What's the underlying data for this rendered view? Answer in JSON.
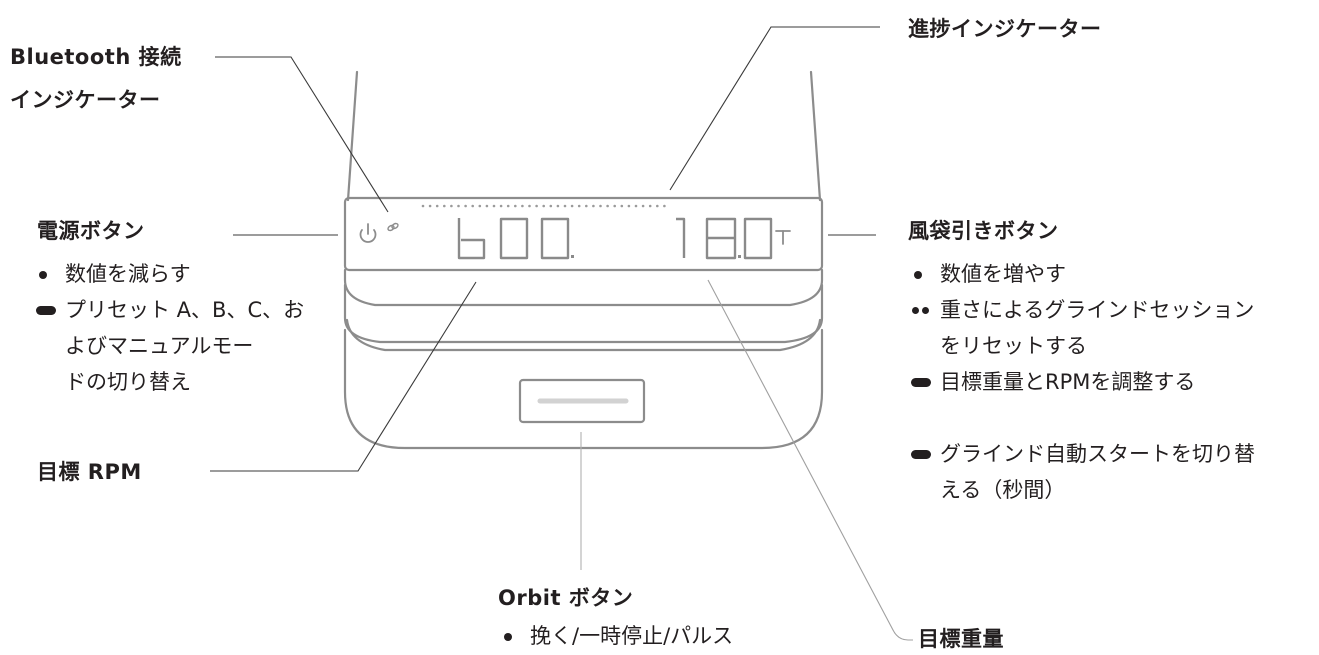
{
  "labels": {
    "bluetooth_line1": "Bluetooth 接続",
    "bluetooth_line2": "インジケーター",
    "progress": "進捗インジケーター",
    "power_button": "電源ボタン",
    "bellows_button": "風袋引きボタン",
    "target_rpm": "目標 RPM",
    "orbit_button": "Orbit ボタン",
    "target_weight": "目標重量"
  },
  "power_list": [
    {
      "bullet": "dot",
      "lines": [
        "数値を減らす"
      ]
    },
    {
      "bullet": "dash",
      "lines": [
        "プリセット A、B、C、お",
        "よびマニュアルモー",
        "ドの切り替え"
      ]
    }
  ],
  "bellows_list": [
    {
      "bullet": "dot",
      "lines": [
        "数値を増やす"
      ]
    },
    {
      "bullet": "ddot",
      "lines": [
        "重さによるグラインドセッション",
        "をリセットする"
      ]
    },
    {
      "bullet": "dash",
      "lines": [
        "目標重量とRPMを調整する"
      ]
    },
    {
      "bullet": "dash",
      "lines": [
        "グラインド自動スタートを切り替",
        "える（秒間）"
      ]
    }
  ],
  "orbit_list": [
    {
      "bullet": "dot",
      "lines": [
        "挽く/一時停止/パルス"
      ]
    }
  ],
  "display": {
    "rpm_value": "600",
    "weight_value": "18.0"
  },
  "icons": {
    "power": "power-icon",
    "bluetooth": "bluetooth-link-icon",
    "tare": "tare-t-icon",
    "orbit": "orbit-button-bar"
  },
  "colors": {
    "text": "#231f20",
    "device_stroke": "#8a8a8a",
    "leader_line": "#3a3a3a"
  }
}
